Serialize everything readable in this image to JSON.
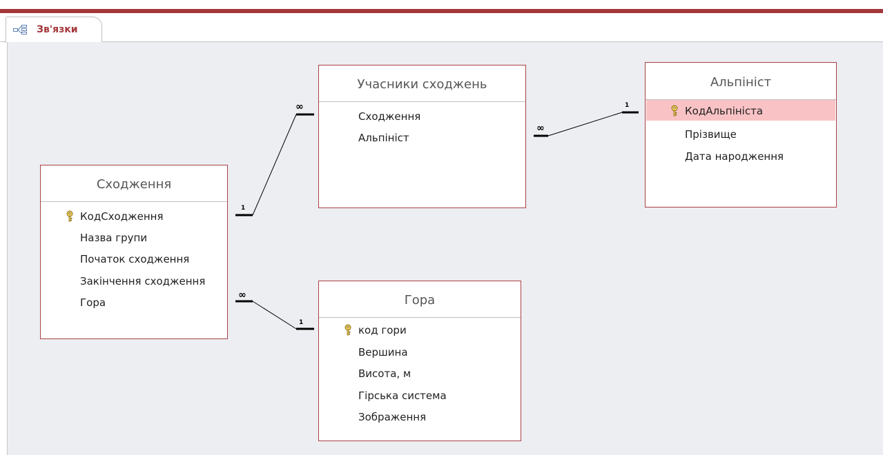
{
  "document_tab": {
    "label": "Зв'язки",
    "icon": "relationships-icon"
  },
  "colors": {
    "accent": "#a4373a",
    "table_border": "#a93f44",
    "canvas": "#eceef1",
    "selected_field": "#f9c3c5"
  },
  "tables": {
    "uchasnyky": {
      "title": "Учасники сходжень",
      "fields": [
        "Сходження",
        "Альпініст"
      ]
    },
    "alpinist": {
      "title": "Альпініст",
      "fields": [
        "КодАльпініста",
        "Прізвище",
        "Дата народження"
      ],
      "primary_key": "КодАльпініста",
      "selected_field": "КодАльпініста"
    },
    "skhodzhennia": {
      "title": "Сходження",
      "fields": [
        "КодСходження",
        "Назва групи",
        "Початок сходження",
        "Закінчення сходження",
        "Гора"
      ],
      "primary_key": "КодСходження"
    },
    "hora": {
      "title": "Гора",
      "fields": [
        "код гори",
        "Вершина",
        "Висота, м",
        "Гірська система",
        "Зображення"
      ],
      "primary_key": "код гори"
    }
  },
  "relationships": [
    {
      "from_table": "Сходження",
      "from_field": "КодСходження",
      "from_cardinality": "1",
      "to_table": "Учасники сходжень",
      "to_field": "Сходження",
      "to_cardinality": "∞"
    },
    {
      "from_table": "Альпініст",
      "from_field": "КодАльпініста",
      "from_cardinality": "1",
      "to_table": "Учасники сходжень",
      "to_field": "Альпініст",
      "to_cardinality": "∞"
    },
    {
      "from_table": "Гора",
      "from_field": "код гори",
      "from_cardinality": "1",
      "to_table": "Сходження",
      "to_field": "Гора",
      "to_cardinality": "∞"
    }
  ]
}
